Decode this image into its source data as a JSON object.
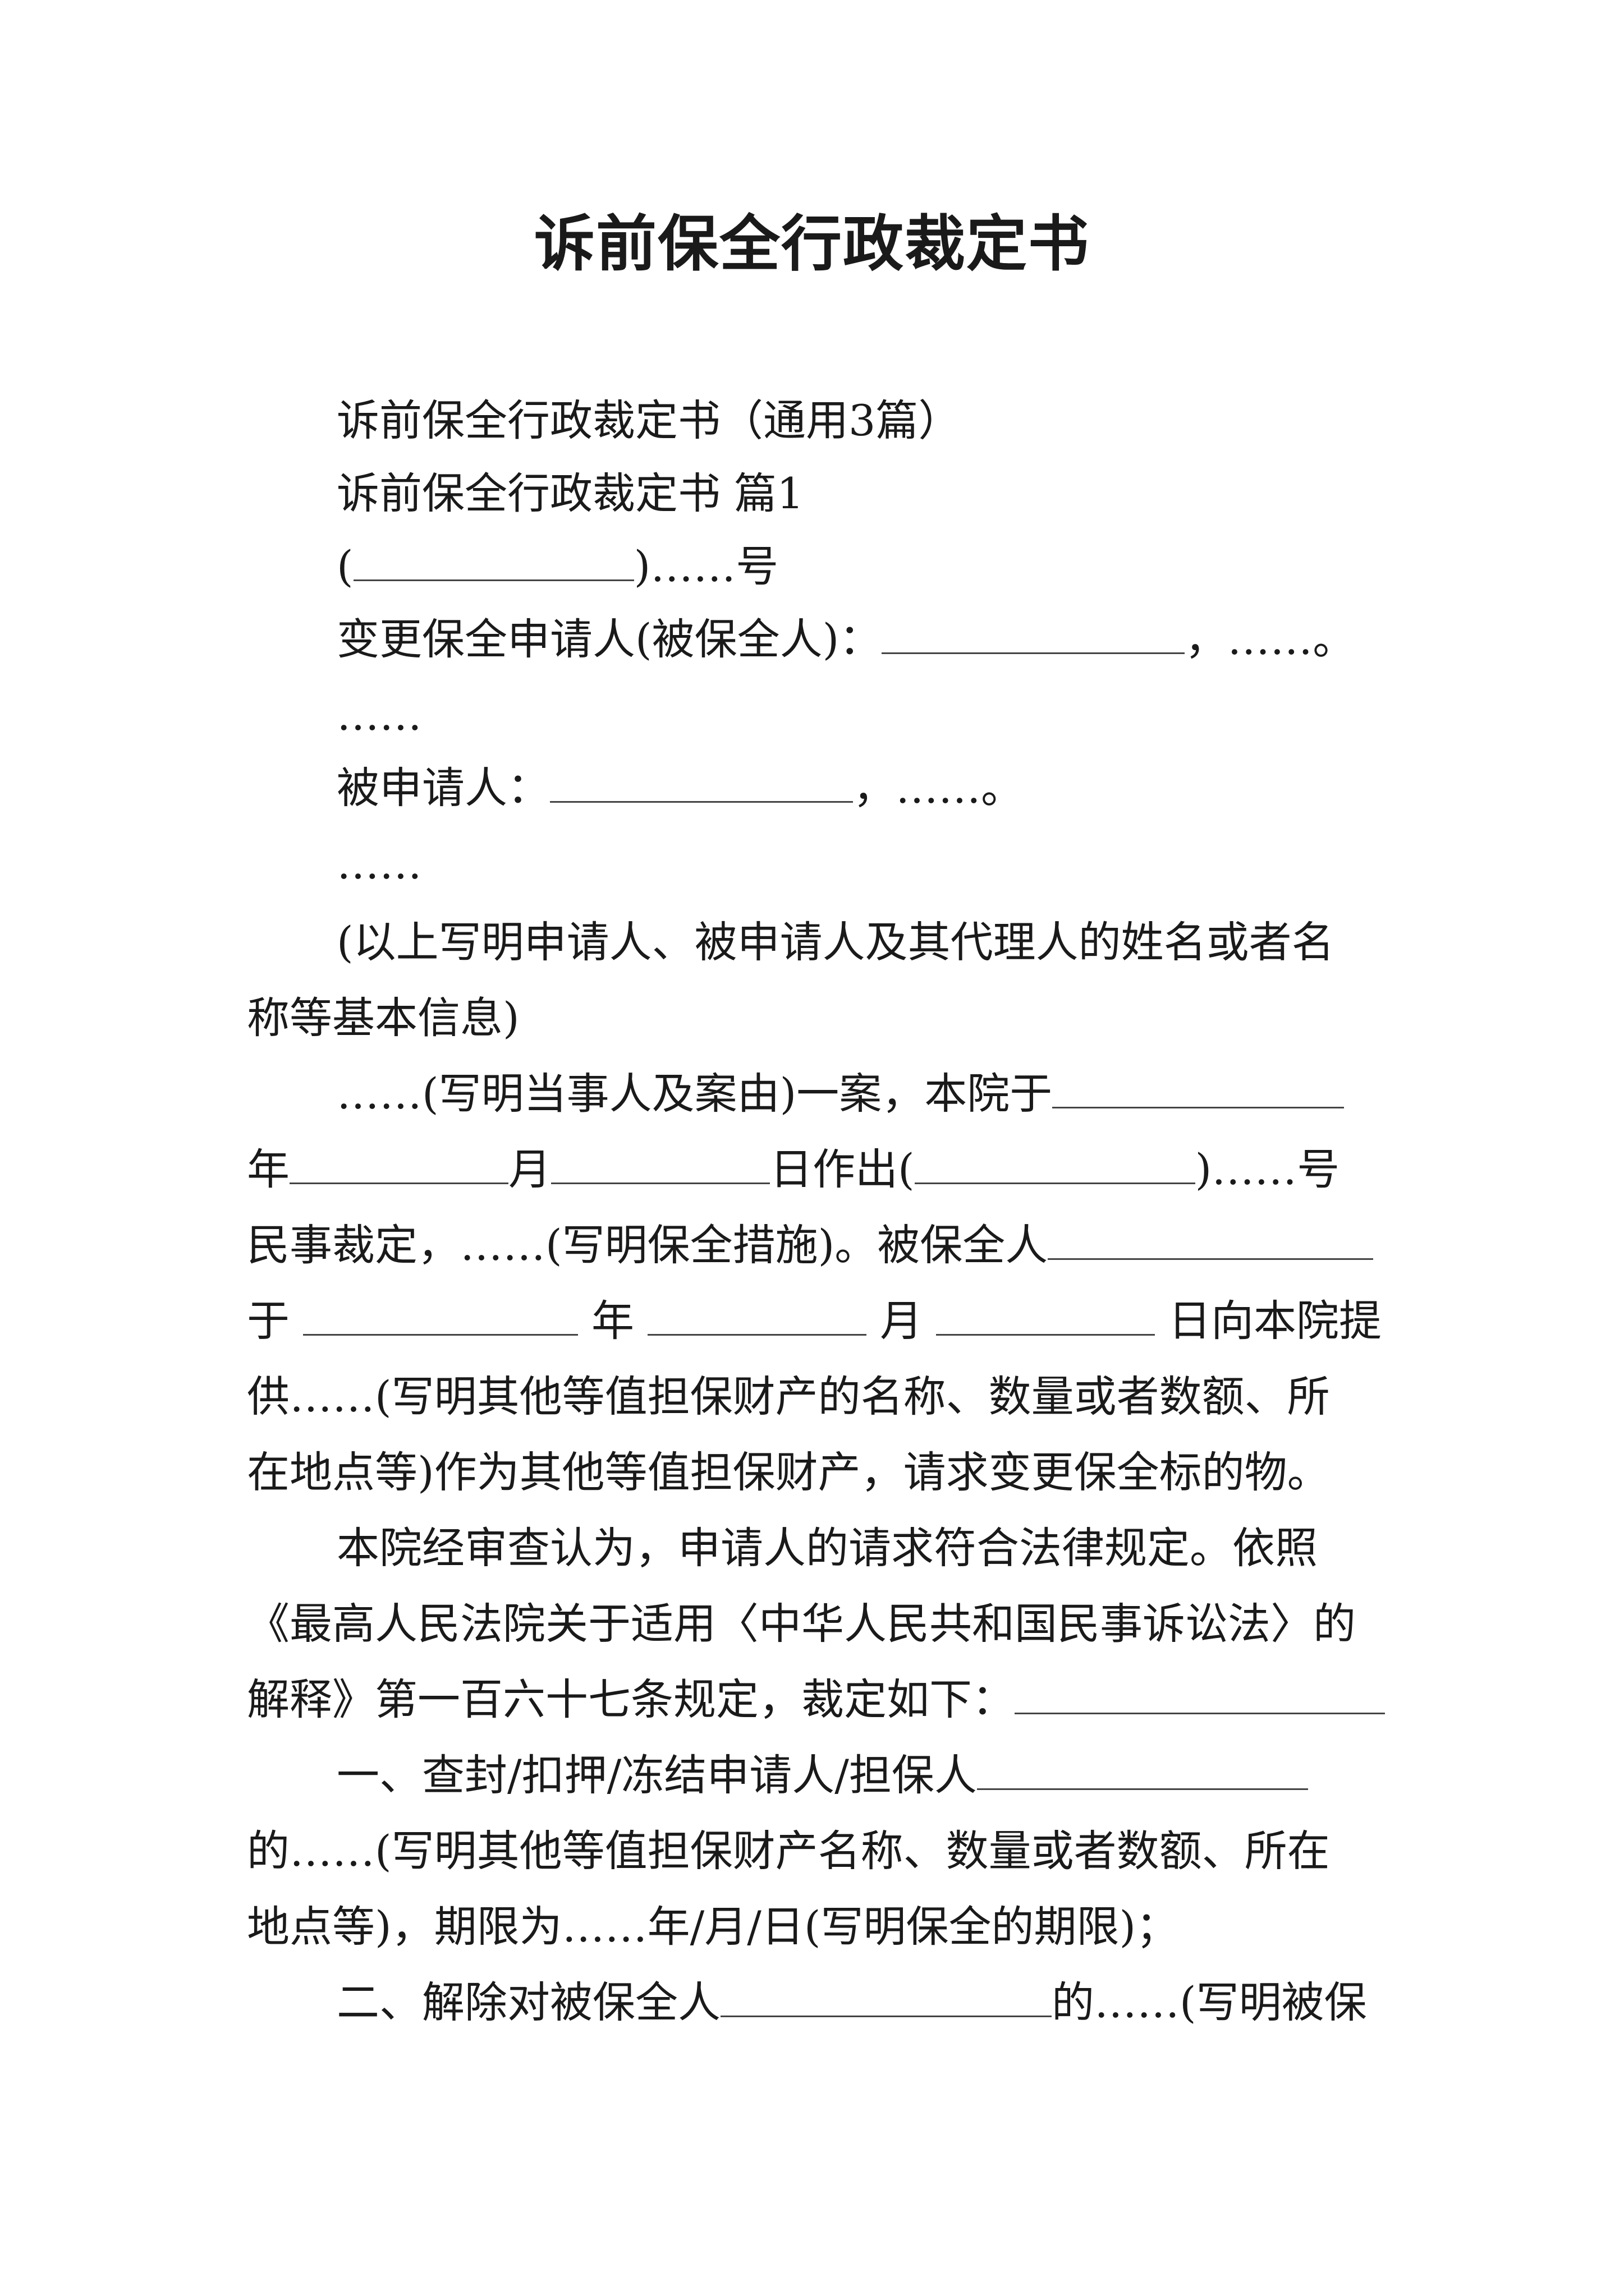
{
  "title": "诉前保全行政裁定书",
  "lines": {
    "l01": "诉前保全行政裁定书（通用3篇）",
    "l02": "诉前保全行政裁定书 篇1",
    "l03a": "(",
    "l03b": ")……号",
    "l04a": "变更保全申请人(被保全人)：",
    "l04b": "，……。",
    "l05": "……",
    "l06a": "被申请人：",
    "l06b": "，……。",
    "l07": "……",
    "l08": "(以上写明申请人、被申请人及其代理人的姓名或者名",
    "l09": "称等基本信息)",
    "l10": "……(写明当事人及案由)一案，本院于",
    "l11a": "年",
    "l11b": "月",
    "l11c": "日作出(",
    "l11d": ")……号",
    "l12": "民事裁定，……(写明保全措施)。被保全人",
    "l13a": "于",
    "l13b": "年",
    "l13c": "月",
    "l13d": "日向本院提",
    "l14": "供……(写明其他等值担保财产的名称、数量或者数额、所",
    "l15": "在地点等)作为其他等值担保财产，请求变更保全标的物。",
    "l16": "本院经审查认为，申请人的请求符合法律规定。依照",
    "l17": "《最高人民法院关于适用〈中华人民共和国民事诉讼法〉的",
    "l18": "解释》第一百六十七条规定，裁定如下：",
    "l19": "一、查封/扣押/冻结申请人/担保人",
    "l20": "的……(写明其他等值担保财产名称、数量或者数额、所在",
    "l21": "地点等)，期限为……年/月/日(写明保全的期限)；",
    "l22a": "二、解除对被保全人",
    "l22b": "的……(写明被保"
  }
}
